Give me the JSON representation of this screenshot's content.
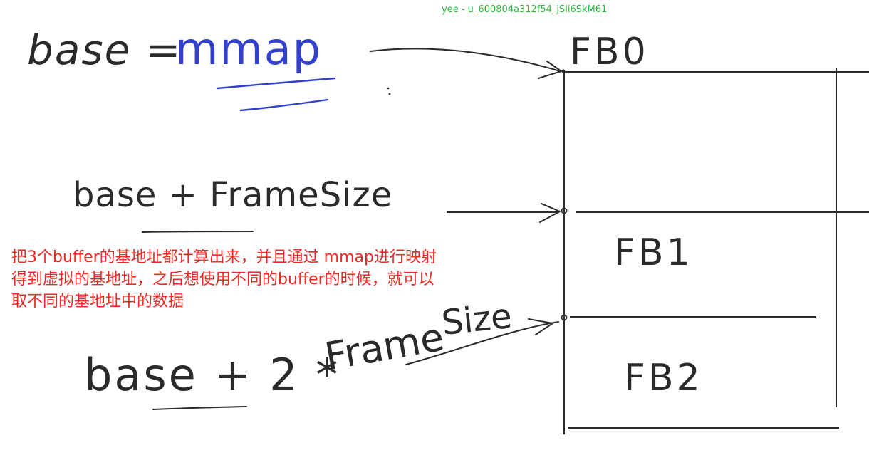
{
  "watermark": "yee - u_600804a312f54_jSli6SkM61",
  "handwriting": {
    "base_mmap_left": "base =",
    "base_mmap_right": "mmap",
    "base_framesize": "base + FrameSize",
    "base_2_framesize": "base + 2 * FrameSize",
    "fb0": "FB0",
    "fb1": "FB1",
    "fb2": "FB2"
  },
  "note": {
    "line1": "把3个buffer的基地址都计算出来，并且通过 mmap进行映射",
    "line2": "得到虚拟的基地址，之后想使用不同的buffer的时候，就可以",
    "line3": "取不同的基地址中的数据"
  },
  "colors": {
    "ink": "#2a2a2a",
    "blue_ink": "#3340cc",
    "note_red": "#ee2a24",
    "watermark_green": "#2db53a"
  }
}
